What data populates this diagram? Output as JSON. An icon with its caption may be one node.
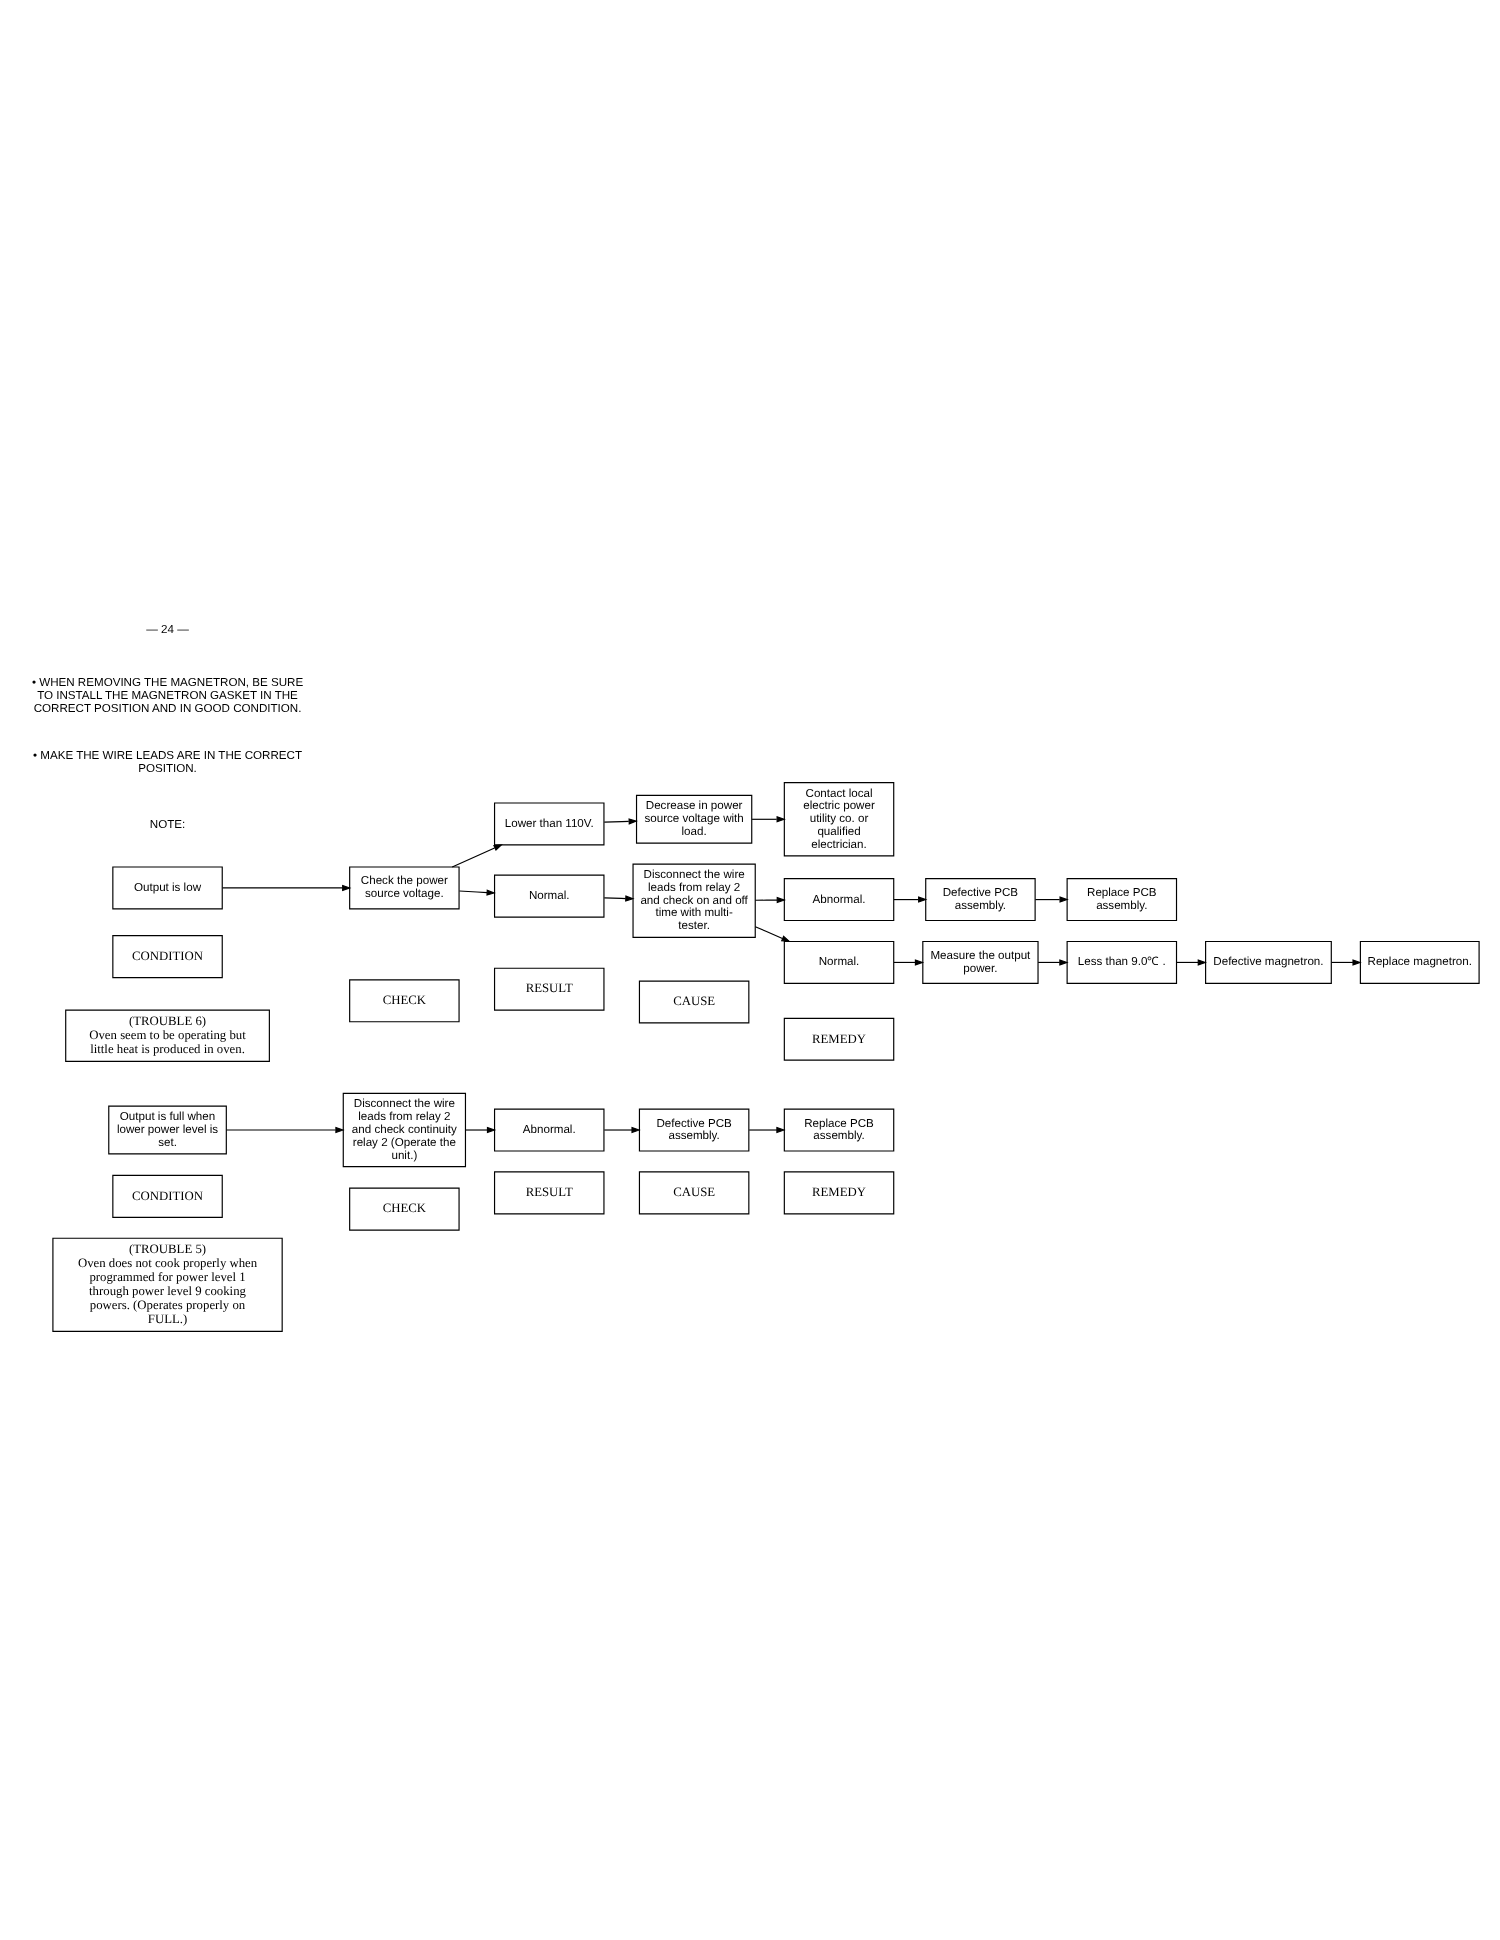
{
  "diagram": {
    "nodes": [
      {
        "text": [
          "(TROUBLE 5)",
          "Oven does not cook properly when programmed for power level 1 through power level 9 cooking powers. (Operates properly on FULL.)"
        ]
      },
      {
        "text": [
          "CONDITION"
        ]
      },
      {
        "text": [
          "CHECK"
        ]
      },
      {
        "text": [
          "RESULT"
        ]
      },
      {
        "text": [
          "CAUSE"
        ]
      },
      {
        "text": [
          "REMEDY"
        ]
      },
      {
        "text": [
          "Output is full when lower power level is set."
        ]
      },
      {
        "text": [
          "Disconnect the wire leads from relay 2 and check continuity relay 2 (Operate the unit.)"
        ]
      },
      {
        "text": [
          "Abnormal."
        ]
      },
      {
        "text": [
          "Defective PCB assembly."
        ]
      },
      {
        "text": [
          "Replace PCB assembly."
        ]
      },
      {
        "text": [
          "(TROUBLE 6)",
          "Oven seem to be operating but little heat is produced in oven."
        ]
      },
      {
        "text": [
          "CONDITION"
        ]
      },
      {
        "text": [
          "CHECK"
        ]
      },
      {
        "text": [
          "RESULT"
        ]
      },
      {
        "text": [
          "CAUSE"
        ]
      },
      {
        "text": [
          "REMEDY"
        ]
      },
      {
        "text": [
          "Output is low"
        ]
      },
      {
        "text": [
          "Check the power source voltage."
        ]
      },
      {
        "text": [
          "Lower than 110V."
        ]
      },
      {
        "text": [
          "Decrease in power source voltage with load."
        ]
      },
      {
        "text": [
          "Contact local electric power utility co. or qualified electrician."
        ]
      },
      {
        "text": [
          "Normal."
        ]
      },
      {
        "text": [
          "Disconnect the wire leads from relay 2 and check on and off time with multi-tester."
        ]
      },
      {
        "text": [
          "Abnormal."
        ]
      },
      {
        "text": [
          "Defective PCB assembly."
        ]
      },
      {
        "text": [
          "Replace PCB assembly."
        ]
      },
      {
        "text": [
          "Normal."
        ]
      },
      {
        "text": [
          "Measure the output power."
        ]
      },
      {
        "text": [
          "Less than 9.0℃ ."
        ]
      },
      {
        "text": [
          "Defective magnetron."
        ]
      },
      {
        "text": [
          "Replace magnetron."
        ]
      }
    ],
    "edges": [
      {
        "from": 6,
        "to": 7,
        "arrow": "to"
      },
      {
        "from": 7,
        "to": 8,
        "arrow": "to"
      },
      {
        "from": 8,
        "to": 9,
        "arrow": "to"
      },
      {
        "from": 9,
        "to": 10,
        "arrow": "to"
      },
      {
        "from": 17,
        "to": 18,
        "arrow": "to"
      },
      {
        "from": 18,
        "to": 19,
        "arrow": "to"
      },
      {
        "from": 19,
        "to": 20,
        "arrow": "to"
      },
      {
        "from": 20,
        "to": 21,
        "arrow": "to"
      },
      {
        "from": 18,
        "to": 22,
        "arrow": "to"
      },
      {
        "from": 22,
        "to": 23,
        "arrow": "to"
      },
      {
        "from": 23,
        "to": 24,
        "arrow": "to"
      },
      {
        "from": 24,
        "to": 25,
        "arrow": "to"
      },
      {
        "from": 25,
        "to": 26,
        "arrow": "to"
      },
      {
        "from": 23,
        "to": 27,
        "arrow": "to"
      },
      {
        "from": 27,
        "to": 28,
        "arrow": "to"
      },
      {
        "from": 28,
        "to": 29,
        "arrow": "to"
      },
      {
        "from": 29,
        "to": 30,
        "arrow": "to"
      },
      {
        "from": 30,
        "to": 31,
        "arrow": "to"
      }
    ],
    "labels": [
      "NOTE:",
      "• MAKE THE WIRE LEADS ARE IN THE CORRECT POSITION.",
      "• WHEN REMOVING THE MAGNETRON, BE SURE TO INSTALL THE MAGNETRON GASKET IN THE CORRECT POSITION AND IN GOOD CONDITION.",
      "— 24 —"
    ]
  }
}
